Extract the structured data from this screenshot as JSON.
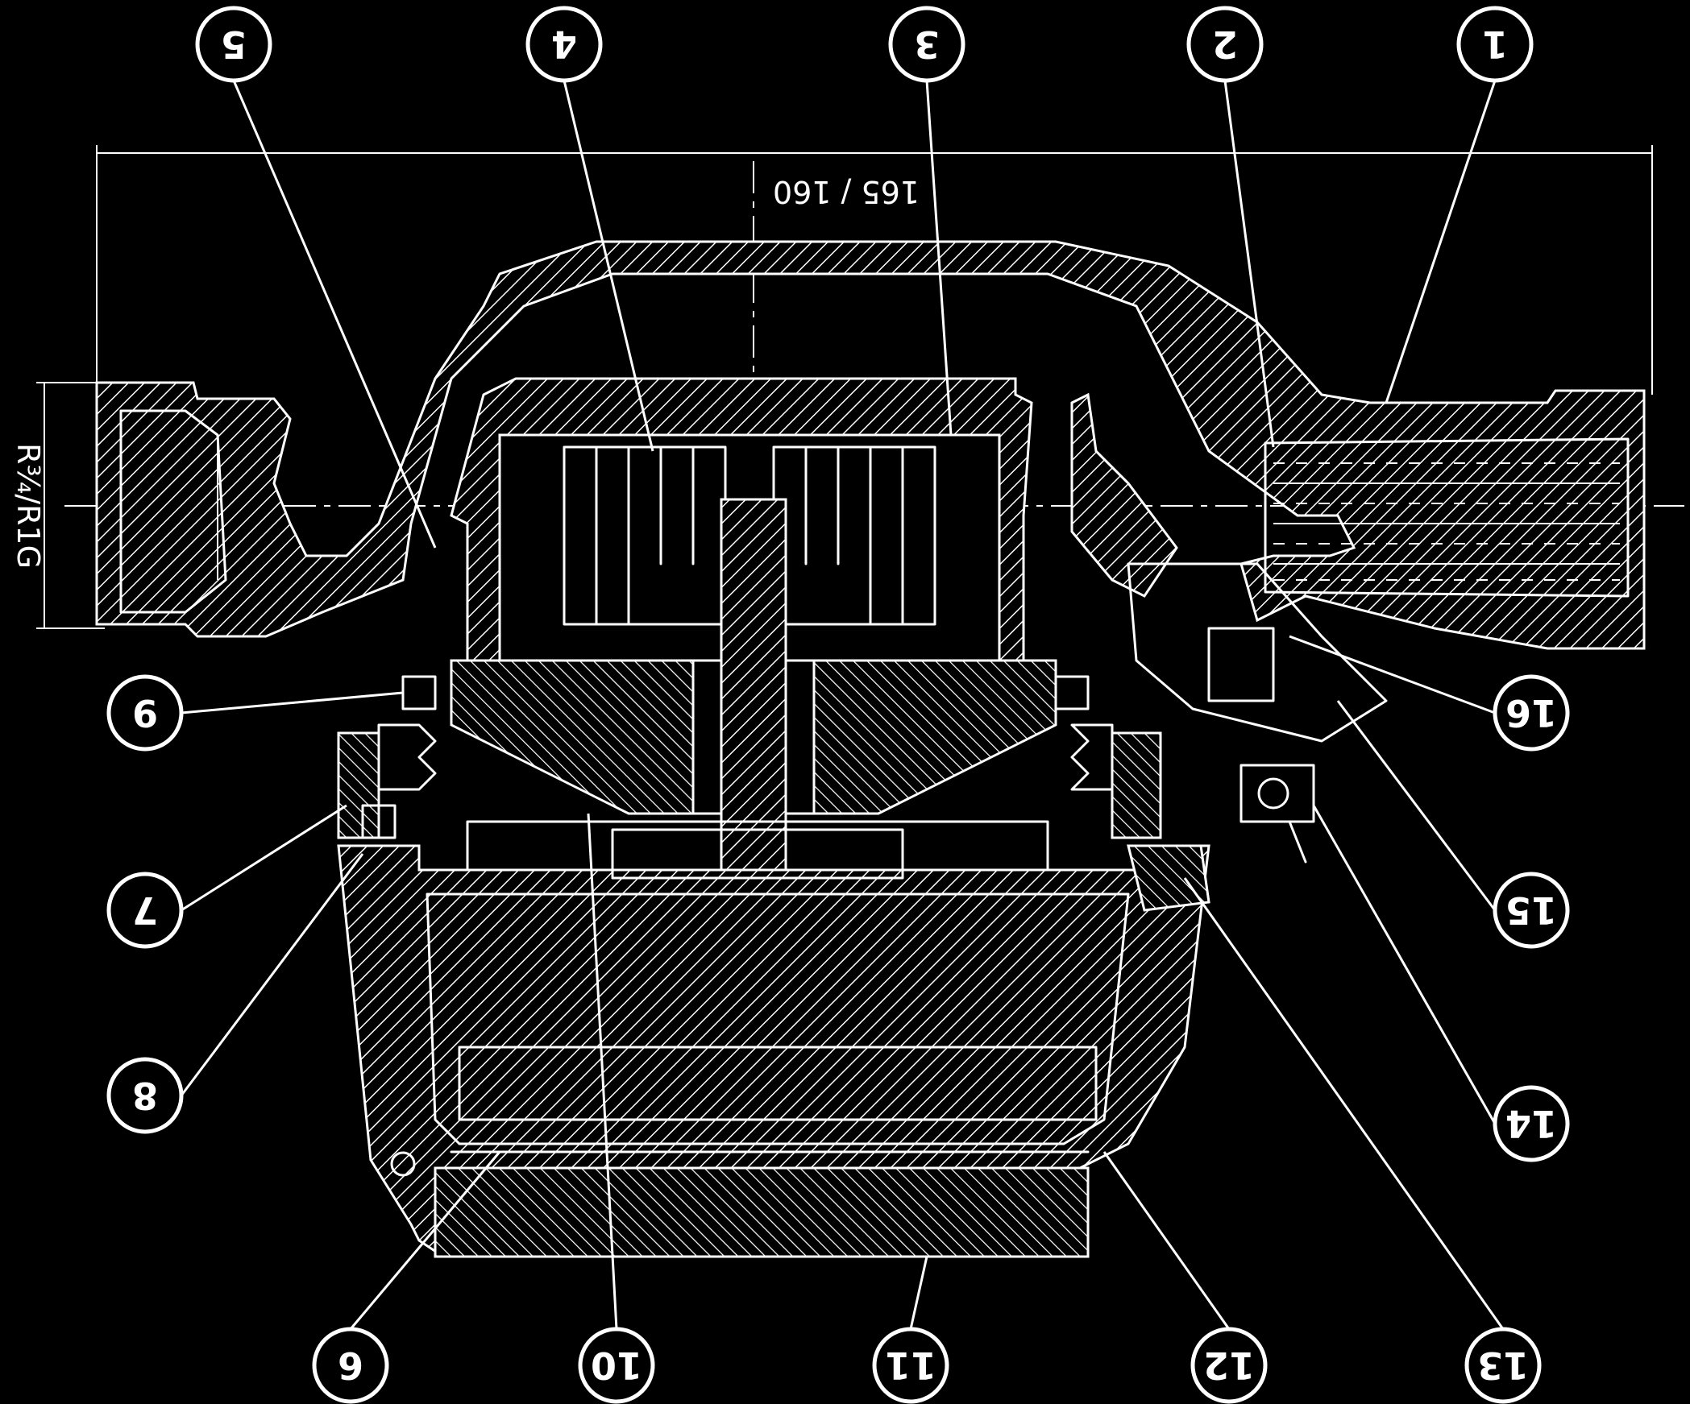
{
  "diagram": {
    "dimension_length": "165 / 160",
    "dimension_thread": "R¾/R1G",
    "balloons": [
      {
        "id": "1",
        "label": "1"
      },
      {
        "id": "2",
        "label": "2"
      },
      {
        "id": "3",
        "label": "3"
      },
      {
        "id": "4",
        "label": "4"
      },
      {
        "id": "5",
        "label": "5"
      },
      {
        "id": "6",
        "label": "6"
      },
      {
        "id": "7",
        "label": "7"
      },
      {
        "id": "8",
        "label": "8"
      },
      {
        "id": "9",
        "label": "9"
      },
      {
        "id": "10",
        "label": "10"
      },
      {
        "id": "11",
        "label": "11"
      },
      {
        "id": "12",
        "label": "12"
      },
      {
        "id": "13",
        "label": "13"
      },
      {
        "id": "14",
        "label": "14"
      },
      {
        "id": "15",
        "label": "15"
      },
      {
        "id": "16",
        "label": "16"
      }
    ]
  }
}
